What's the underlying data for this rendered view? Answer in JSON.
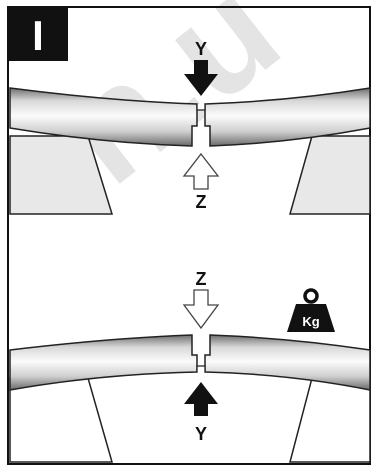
{
  "panel": {
    "label": "I"
  },
  "top": {
    "arrow_down_label": "Y",
    "arrow_up_label": "Z"
  },
  "bottom": {
    "arrow_down_label": "Z",
    "arrow_up_label": "Y",
    "weight_label": "Kg"
  },
  "watermark": {
    "text": "n.u"
  },
  "colors": {
    "frame": "#111111",
    "support": "#e6e6e6",
    "accent_outline": "#555555",
    "watermark": "#d9d9d9"
  }
}
